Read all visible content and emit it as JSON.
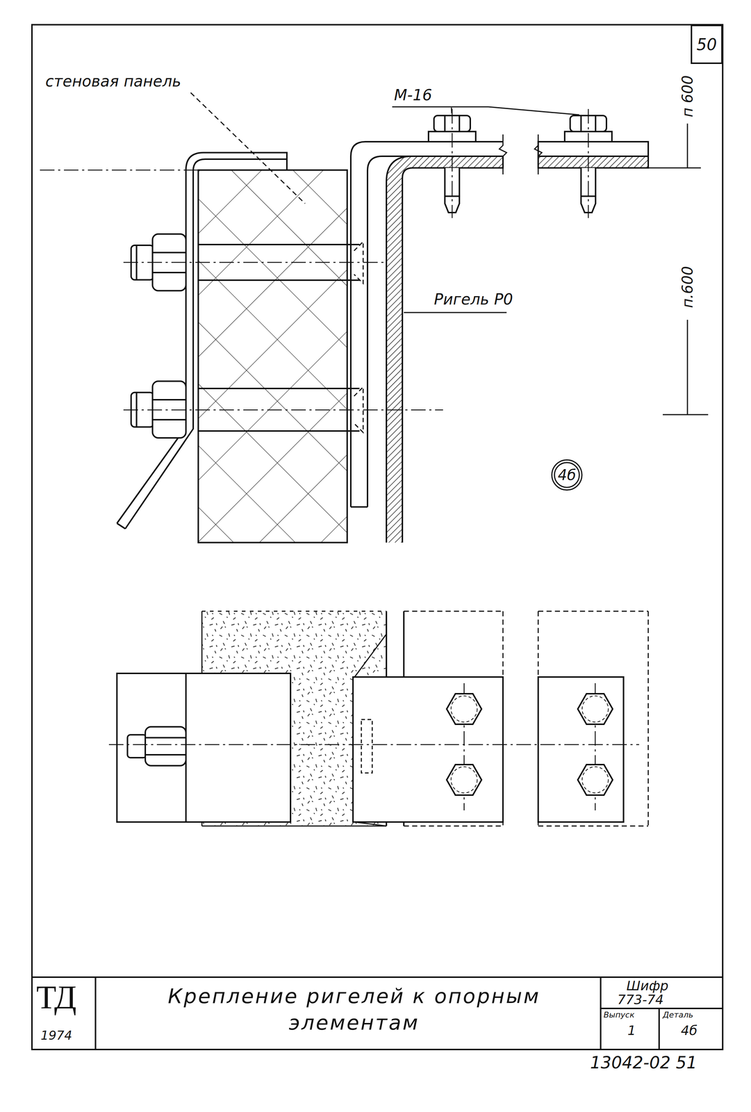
{
  "diagram": {
    "title": "Крепление ригелей к опорным элементам",
    "nodes": [
      {
        "text": [
          "50"
        ]
      },
      {
        "text": [
          "4б"
        ]
      }
    ],
    "labels": [
      "стеновая панель",
      "М-16",
      "п 600",
      "п.600",
      "Ригель Р0",
      "ТД",
      "1974",
      "Шифр",
      "773-74",
      "Выпуск",
      "Деталь",
      "1",
      "4б",
      "13042-02 51"
    ]
  }
}
